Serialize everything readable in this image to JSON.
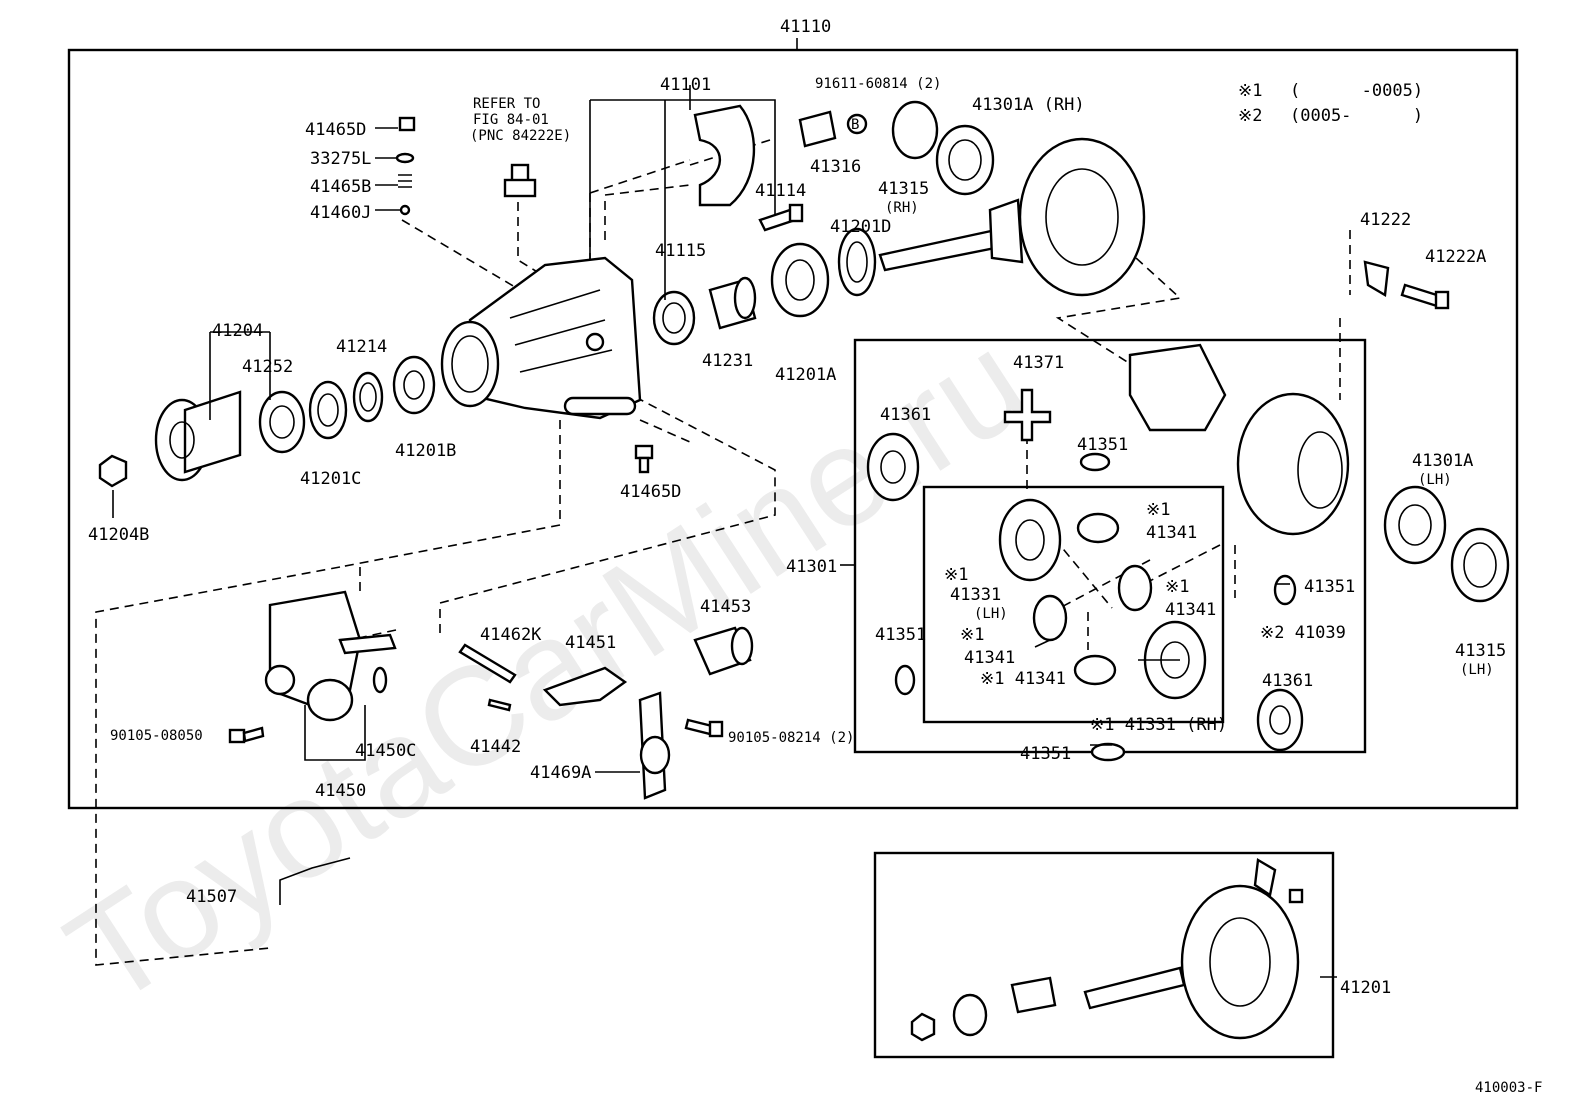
{
  "watermark": "ToyotaCarMine.ru",
  "figure_code": "410003-F",
  "legend": {
    "note1_mark": "※1",
    "note1_range": "(      -0005)",
    "note2_mark": "※2",
    "note2_range": "(0005-      )"
  },
  "refer_note": [
    "REFER TO",
    "FIG 84-01",
    "(PNC 84222E)"
  ],
  "labels": {
    "p41110": "41110",
    "p41101": "41101",
    "p91611": "91611-60814 (2)",
    "circleB": "B",
    "p41301A_rh": "41301A (RH)",
    "p41465D_top": "41465D",
    "p33275L": "33275L",
    "p41465B": "41465B",
    "p41460J": "41460J",
    "p41316": "41316",
    "p41315_rh": "41315",
    "rh_paren": "(RH)",
    "p41114": "41114",
    "p41201D": "41201D",
    "p41115": "41115",
    "p41222": "41222",
    "p41222A": "41222A",
    "p41204": "41204",
    "p41252": "41252",
    "p41214": "41214",
    "p41231": "41231",
    "p41201A": "41201A",
    "p41371": "41371",
    "p41201B": "41201B",
    "p41201C": "41201C",
    "p41361_a": "41361",
    "p41351_a": "41351",
    "p41465D_bot": "41465D",
    "p41204B": "41204B",
    "p41301A_lh": "41301A",
    "lh_paren": "(LH)",
    "x1_a": "※1",
    "p41341_a": "41341",
    "p41301": "41301",
    "x1_b": "※1",
    "p41331_lh": "41331",
    "lh_paren_b": "(LH)",
    "x1_c": "※1",
    "p41341_b": "41341",
    "p41351_b": "41351",
    "x2_41039": "※2 41039",
    "p41453": "41453",
    "p41462K": "41462K",
    "p41451": "41451",
    "p41351_c": "41351",
    "x1_d": "※1",
    "p41341_c": "41341",
    "x1_41341": "※1 41341",
    "p41315_lh": "41315",
    "lh_paren_c": "(LH)",
    "p41361_b": "41361",
    "p90105_08050": "90105-08050",
    "p90105_08214": "90105-08214 (2)",
    "p41450C": "41450C",
    "p41442": "41442",
    "x1_41331_rh": "※1 41331 (RH)",
    "p41351_d": "41351",
    "p41469A": "41469A",
    "p41450": "41450",
    "p41507": "41507",
    "p41201": "41201"
  }
}
